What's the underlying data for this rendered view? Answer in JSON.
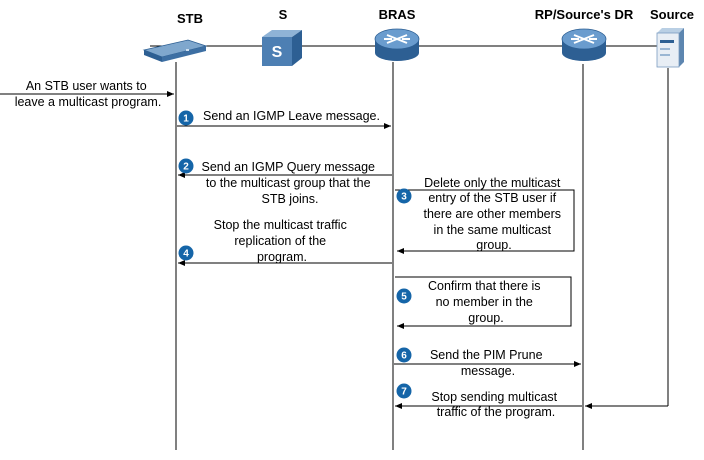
{
  "colors": {
    "line": "#000000",
    "step_badge": "#1565a8",
    "device_dark": "#2d5f93",
    "device_light": "#7fa7cd",
    "router": "#3f80bf"
  },
  "participants": [
    {
      "id": "stb",
      "label": "STB",
      "icon": "stb-box-icon"
    },
    {
      "id": "s",
      "label": "S",
      "icon": "switch-icon"
    },
    {
      "id": "bras",
      "label": "BRAS",
      "icon": "router-icon"
    },
    {
      "id": "rp",
      "label": "RP/Source's DR",
      "icon": "router-icon"
    },
    {
      "id": "source",
      "label": "Source",
      "icon": "server-icon"
    }
  ],
  "intro": {
    "lines": [
      "An STB user wants to",
      "leave a multicast program."
    ]
  },
  "steps": [
    {
      "num": "1",
      "lines": [
        "Send an IGMP Leave message."
      ]
    },
    {
      "num": "2",
      "lines": [
        "Send an IGMP Query message",
        "to the multicast group that the",
        "STB joins."
      ]
    },
    {
      "num": "3",
      "lines": [
        "Delete only the multicast",
        "entry of the STB user if",
        "there are other members",
        "in the same multicast",
        "group."
      ]
    },
    {
      "num": "4",
      "lines": [
        "Stop the multicast traffic",
        "replication of the",
        "program."
      ]
    },
    {
      "num": "5",
      "lines": [
        "Confirm that there is",
        "no member in the",
        "group."
      ]
    },
    {
      "num": "6",
      "lines": [
        "Send the PIM Prune",
        "message."
      ]
    },
    {
      "num": "7",
      "lines": [
        "Stop sending multicast",
        "traffic of the program."
      ]
    }
  ]
}
